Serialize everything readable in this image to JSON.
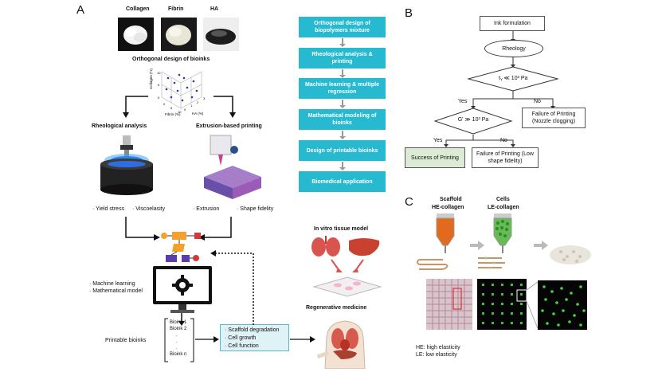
{
  "panelA": {
    "letter": "A",
    "materials": [
      "Collagen",
      "Fibrin",
      "HA"
    ],
    "orthogonal_title": "Orthogonal design of bioinks",
    "axis_collagen": "Collagen (%)",
    "axis_fibrin": "Fibrin (%)",
    "axis_ha": "HA (%)",
    "ticks_collagen": [
      "10",
      "5",
      "0"
    ],
    "ticks_fibrin": [
      "0",
      "5",
      "10"
    ],
    "ticks_ha": [
      "0",
      "1",
      "2",
      "3"
    ],
    "rheo_title": "Rheological analysis",
    "print_title": "Extrusion-based printing",
    "rheo_items": [
      "· Yield stress",
      "· Viscoelasity"
    ],
    "print_items": [
      "· Extrusion",
      "· Shape fidelity"
    ],
    "ml_items": [
      "· Machine learning",
      "· Mathematical model"
    ],
    "printable_bioinks": "Printable bioinks",
    "bioink_list": [
      "Bioink 1",
      "Bioink 2",
      ".",
      ".",
      ".",
      "Bioink n"
    ],
    "outcomes": [
      "· Scaffold degradation",
      "· Cell growth",
      "· Cell function"
    ],
    "flow_steps": [
      "Orthogonal design of biopolymers mixture",
      "Rheological analysis & printing",
      "Machine learning & multiple regression",
      "Mathematical modeling of bioinks",
      "Design of printable bioinks",
      "Biomedical application"
    ],
    "invitro_title": "In vitro tissue model",
    "regen_title": "Regenerative medicine"
  },
  "panelB": {
    "letter": "B",
    "ink": "Ink formulation",
    "rheology": "Rheology",
    "cond1": "τᵧ ≪ 10³ Pa",
    "cond2": "G' ≫ 10³ Pa",
    "yes": "Yes",
    "no": "No",
    "fail1": "Failure of Printing (Nozzle clogging)",
    "success": "Success of Printing",
    "fail2": "Failure of Printing (Low shape fidelity)",
    "colors": {
      "success_fill": "#dcebd3"
    }
  },
  "panelC": {
    "letter": "C",
    "scaffold_title": "Scaffold",
    "scaffold_sub": "HE-collagen",
    "cells_title": "Cells",
    "cells_sub": "LE-collagen",
    "legend": [
      "HE: high elasticity",
      "LE: low elasticity"
    ]
  },
  "colors": {
    "flow_box": "#27b9cf",
    "outcome_box": "#dff3f7",
    "success_box": "#dcebd3"
  }
}
